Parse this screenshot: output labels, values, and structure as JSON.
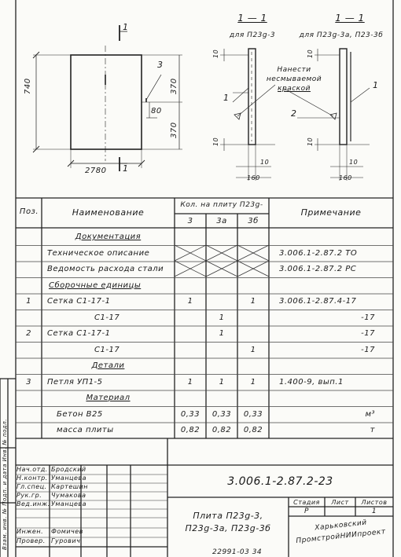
{
  "drawing": {
    "plate_label": "3",
    "dim_height": "740",
    "dim_width": "2780",
    "dim_upper": "370",
    "dim_lower": "370",
    "dim_80": "80",
    "section_mark": "1",
    "section_a_title": "1 — 1",
    "section_a_sub": "для П23g-3",
    "section_b_title": "1 — 1",
    "section_b_sub": "для П23g-3а, П23-3б",
    "note_lines": [
      "Нанести",
      "несмываемой",
      "краской"
    ],
    "callout_1a": "1",
    "callout_1b": "1",
    "callout_2": "2",
    "dim_10a": "10",
    "dim_10b": "10",
    "dim_10c": "10",
    "dim_10d": "10",
    "dim_10e": "10",
    "dim_10f": "10",
    "dim_160a": "160",
    "dim_160b": "160"
  },
  "table": {
    "col_pos": "Поз.",
    "col_name": "Наименование",
    "col_qty": "Кол. на плиту П23g-",
    "col_note": "Примечание",
    "qty_cols": [
      "3",
      "3а",
      "3б"
    ],
    "rows": [
      {
        "pos": "",
        "name": "Документация",
        "q": [
          "",
          "",
          ""
        ],
        "note": "",
        "kind": "section"
      },
      {
        "pos": "",
        "name": "Техническое описание",
        "q": [
          "",
          "",
          ""
        ],
        "note": "3.006.1-2.87.2   ТО",
        "kind": "crossed"
      },
      {
        "pos": "",
        "name": "Ведомость расхода стали",
        "q": [
          "",
          "",
          ""
        ],
        "note": "3.006.1-2.87.2   РС",
        "kind": "crossed"
      },
      {
        "pos": "",
        "name": "Сборочные единицы",
        "q": [
          "",
          "",
          ""
        ],
        "note": "",
        "kind": "section-left"
      },
      {
        "pos": "1",
        "name": "Сетка  С1-17-1",
        "q": [
          "1",
          "",
          "1"
        ],
        "note": "3.006.1-2.87.4-17",
        "kind": "item"
      },
      {
        "pos": "",
        "name": "С1-17",
        "q": [
          "",
          "1",
          ""
        ],
        "note": "-17",
        "kind": "sub"
      },
      {
        "pos": "2",
        "name": "Сетка  С1-17-1",
        "q": [
          "",
          "1",
          ""
        ],
        "note": "-17",
        "kind": "item"
      },
      {
        "pos": "",
        "name": "С1-17",
        "q": [
          "",
          "",
          "1"
        ],
        "note": "-17",
        "kind": "sub"
      },
      {
        "pos": "",
        "name": "Детали",
        "q": [
          "",
          "",
          ""
        ],
        "note": "",
        "kind": "section"
      },
      {
        "pos": "3",
        "name": "Петля УП1-5",
        "q": [
          "1",
          "1",
          "1"
        ],
        "note": "1.400-9, вып.1",
        "kind": "item"
      },
      {
        "pos": "",
        "name": "Материал",
        "q": [
          "",
          "",
          ""
        ],
        "note": "",
        "kind": "section"
      },
      {
        "pos": "",
        "name": "Бетон  В25",
        "q": [
          "0,33",
          "0,33",
          "0,33"
        ],
        "note": "м³",
        "kind": "mat"
      },
      {
        "pos": "",
        "name": "масса  плиты",
        "q": [
          "0,82",
          "0,82",
          "0,82"
        ],
        "note": "т",
        "kind": "mat"
      }
    ]
  },
  "title_block": {
    "doc_code": "3.006.1-2.87.2-23",
    "title_lines": [
      "Плита П23g-3,",
      "П23g-3а, П23g-3б"
    ],
    "roles": [
      "Нач.отд.",
      "Н.контр.",
      "Гл.спец.",
      "Рук.гр.",
      "Вед.инж.",
      "",
      "Инжен.",
      "Провер."
    ],
    "names": [
      "Бродский",
      "Уманцева",
      "Картешин",
      "Чумакова",
      "Уманцева",
      "",
      "Фомичев",
      "Гурович"
    ],
    "hdr_stage": "Стадия",
    "hdr_sheet": "Лист",
    "hdr_sheets": "Листов",
    "stage": "Р",
    "sheets": "1",
    "org_lines": [
      "Харьковский",
      "ПромстройНИИпроект"
    ],
    "side_text": "Взам. инв. №   Подп. и дата   Инв. № подл.",
    "bottom_number": "22991-03   34"
  }
}
